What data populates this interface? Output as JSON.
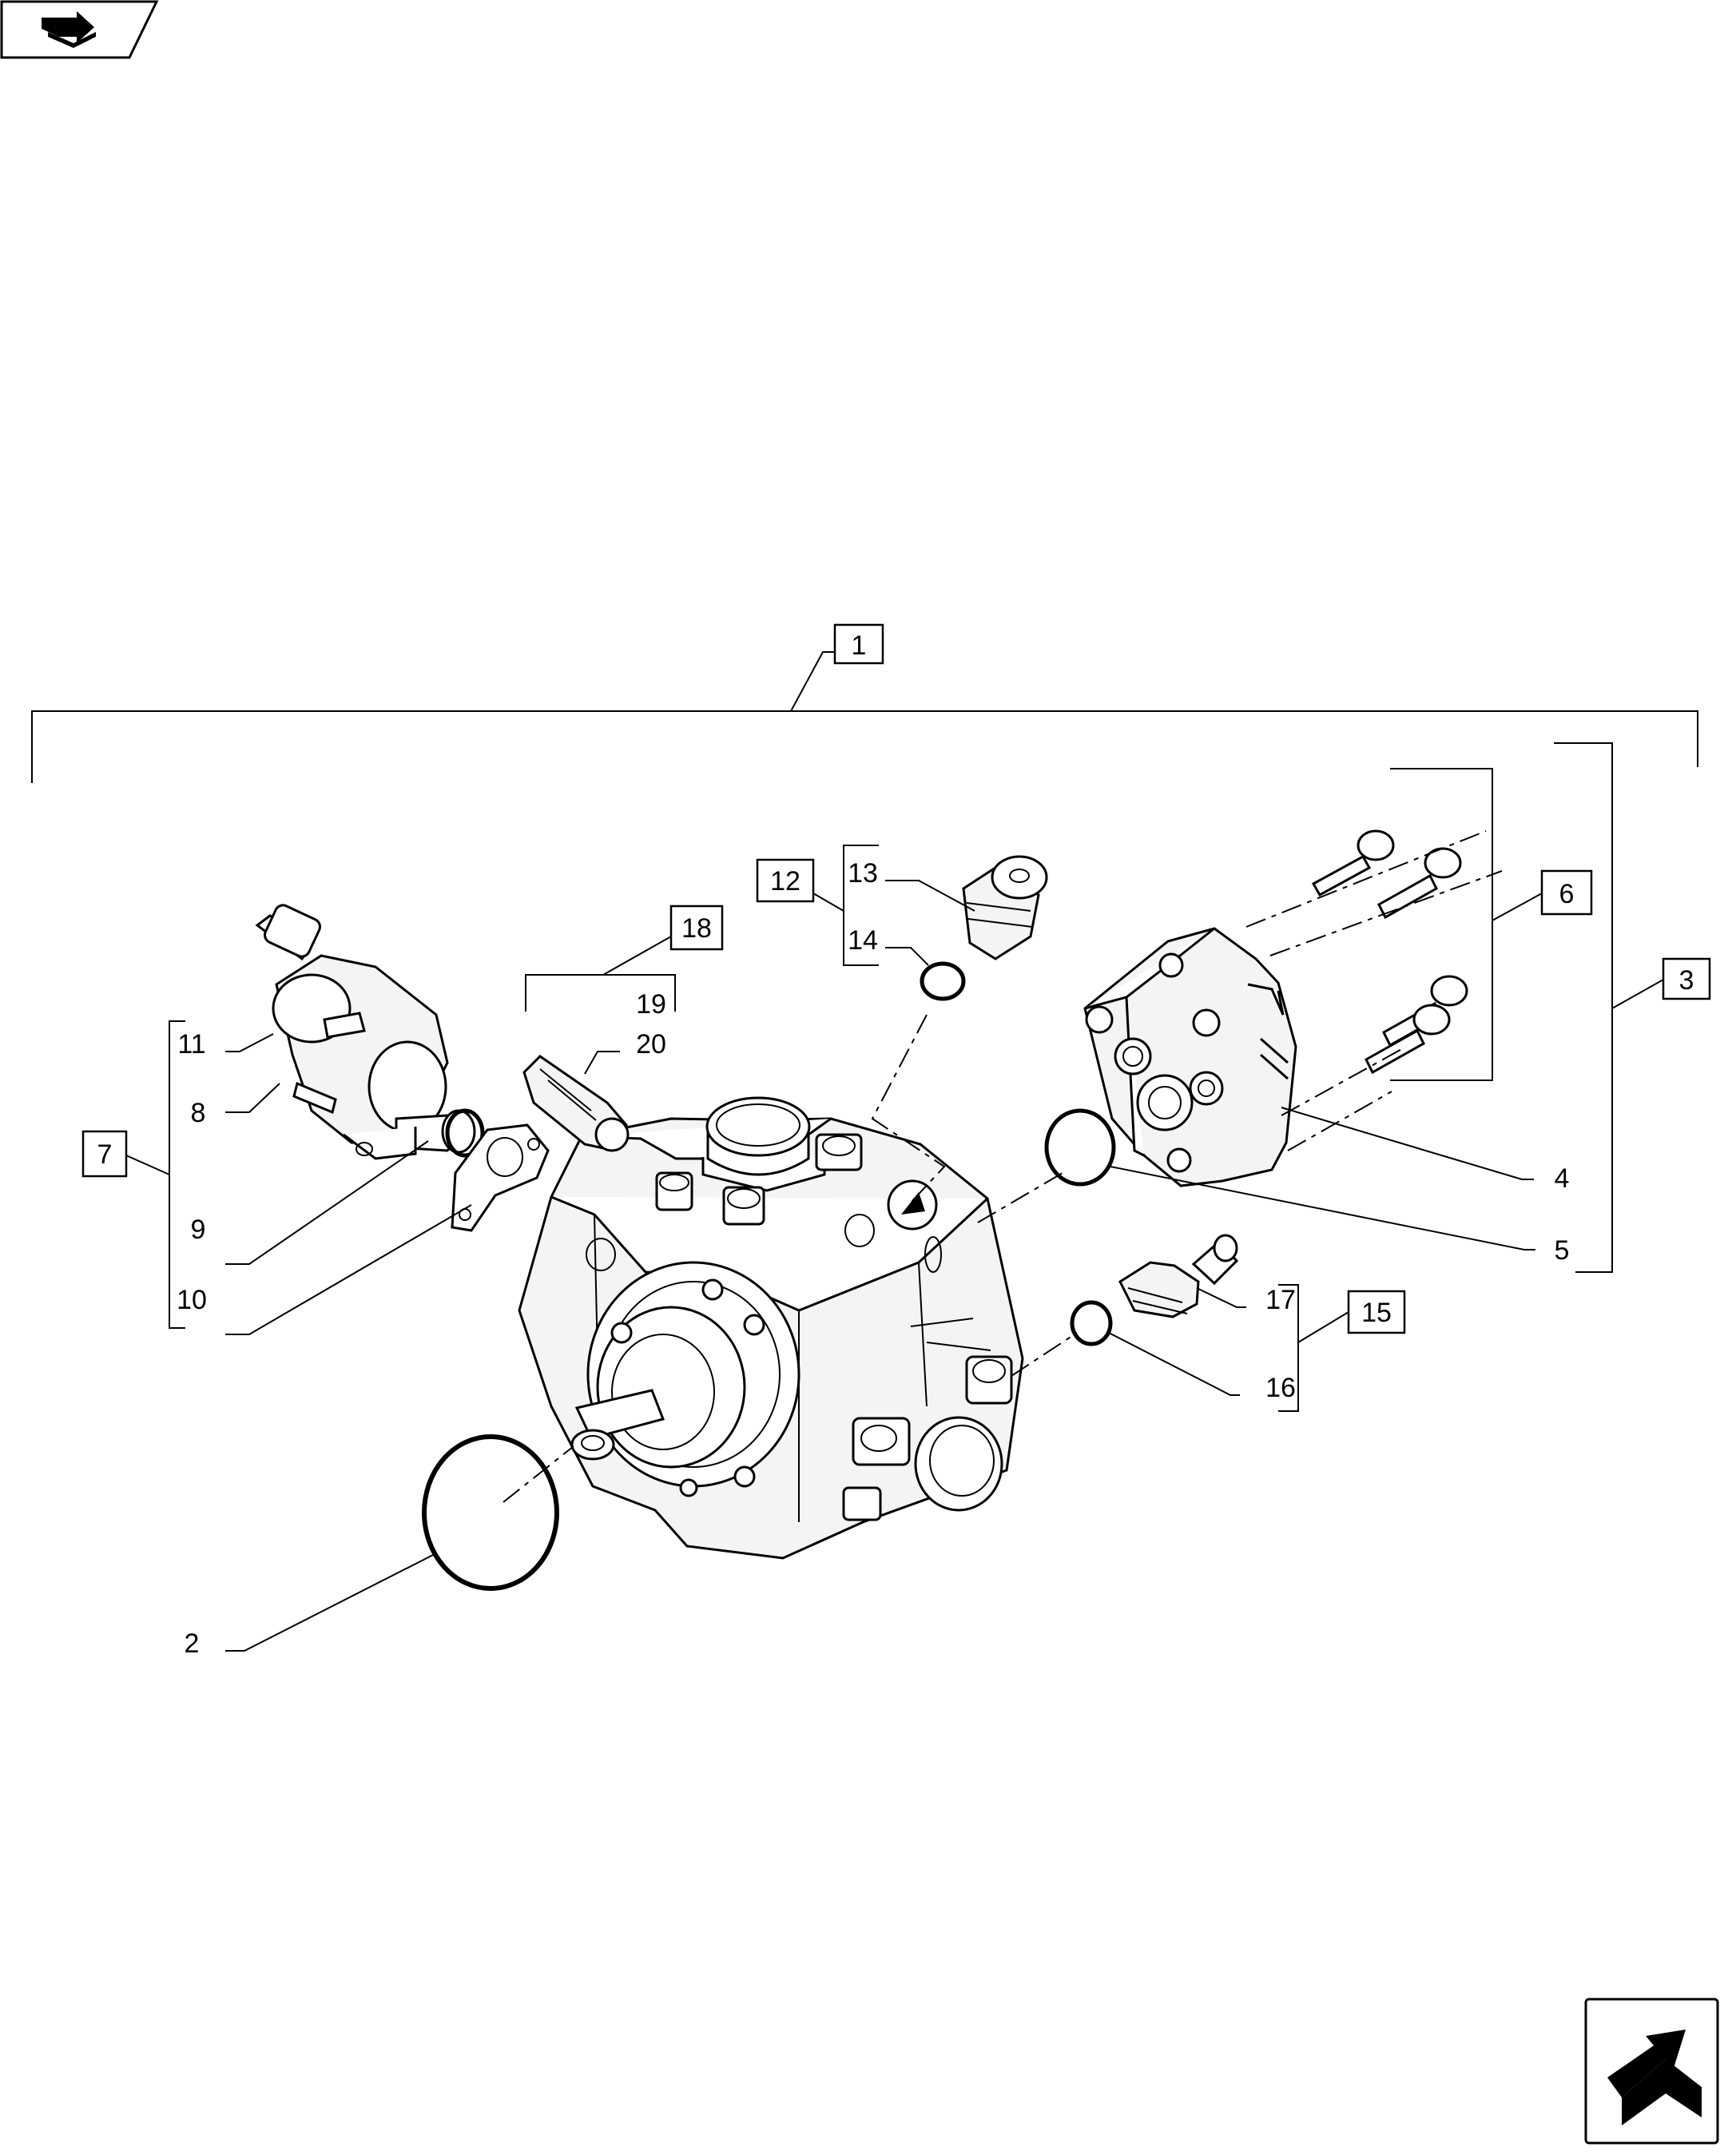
{
  "icons": {
    "top_left": "page-back-arrow-icon",
    "bottom_right": "page-forward-arrow-icon"
  },
  "callouts": {
    "c1": "1",
    "c2": "2",
    "c3": "3",
    "c4": "4",
    "c5": "5",
    "c6": "6",
    "c7": "7",
    "c8": "8",
    "c9": "9",
    "c10": "10",
    "c11": "11",
    "c12": "12",
    "c13": "13",
    "c14": "14",
    "c15": "15",
    "c16": "16",
    "c17": "17",
    "c18": "18",
    "c19": "19",
    "c20": "20"
  }
}
